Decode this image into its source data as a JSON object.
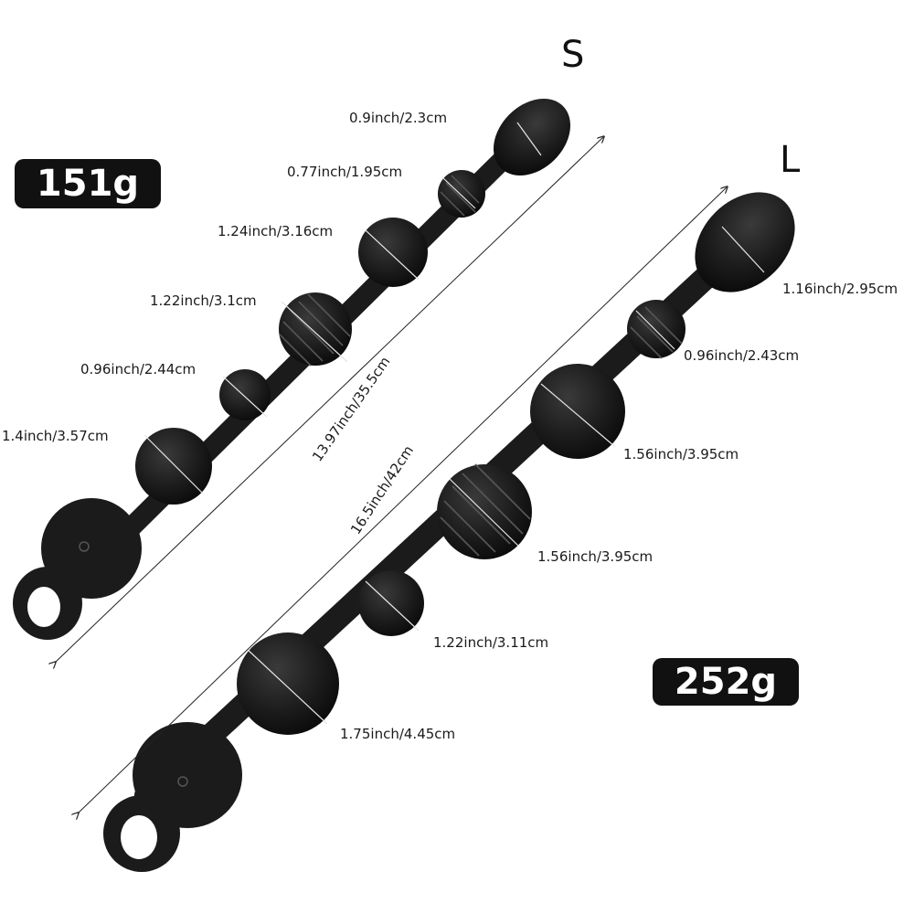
{
  "small": {
    "size_label": "S",
    "weight": "151g",
    "length": "13.97inch/35.5cm",
    "dims": [
      "0.9inch/2.3cm",
      "0.77inch/1.95cm",
      "1.24inch/3.16cm",
      "1.22inch/3.1cm",
      "0.96inch/2.44cm",
      "1.4inch/3.57cm"
    ]
  },
  "large": {
    "size_label": "L",
    "weight": "252g",
    "length": "16.5inch/42cm",
    "dims": [
      "1.16inch/2.95cm",
      "0.96inch/2.43cm",
      "1.56inch/3.95cm",
      "1.56inch/3.95cm",
      "1.22inch/3.11cm",
      "1.75inch/4.45cm"
    ]
  },
  "colors": {
    "product": "#1b1b1b",
    "badge_bg": "#111111",
    "badge_text": "#ffffff",
    "dimension_line": "#cccccc"
  }
}
